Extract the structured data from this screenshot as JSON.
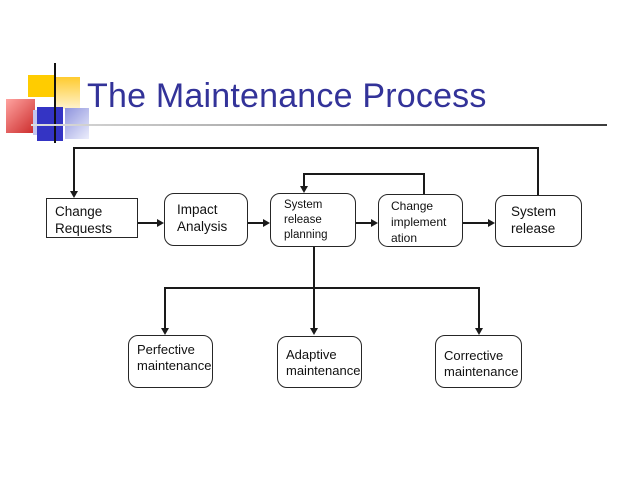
{
  "slide": {
    "title": "The Maintenance Process",
    "title_color": "#333399",
    "decoration": {
      "yellow": "#ffcc00",
      "red": "#cb2b2b",
      "blue": "#3434c4",
      "rule_gray": "#9a9a9a"
    }
  },
  "diagram": {
    "line_color": "#1a1a1a",
    "boxes": [
      {
        "id": "change-requests",
        "label": "Change Requests",
        "lines": [
          "Change",
          "Requests"
        ]
      },
      {
        "id": "impact-analysis",
        "label": "Impact Analysis",
        "lines": [
          "Impact",
          "Analysis"
        ]
      },
      {
        "id": "system-release-planning",
        "label": "System release planning",
        "lines": [
          "System",
          "release",
          "planning"
        ]
      },
      {
        "id": "change-implementation",
        "label": "Change implementation",
        "lines": [
          "Change",
          "implement",
          "ation"
        ]
      },
      {
        "id": "system-release",
        "label": "System release",
        "lines": [
          "System",
          "release"
        ]
      },
      {
        "id": "perfective-maintenance",
        "label": "Perfective maintenance",
        "lines": [
          "Perfective",
          "maintenance"
        ]
      },
      {
        "id": "adaptive-maintenance",
        "label": "Adaptive maintenance",
        "lines": [
          "Adaptive",
          "maintenance"
        ]
      },
      {
        "id": "corrective-maintenance",
        "label": "Corrective maintenance",
        "lines": [
          "Corrective",
          "maintenance"
        ]
      }
    ]
  }
}
